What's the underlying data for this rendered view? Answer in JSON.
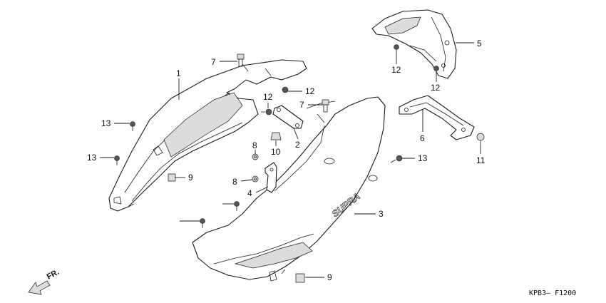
{
  "diagram_code": "KPB3– F1200",
  "front_label": "FR.",
  "logo_text": "SUPRA",
  "callouts": [
    "1",
    "2",
    "3",
    "4",
    "5",
    "6",
    "7",
    "7",
    "8",
    "8",
    "9",
    "9",
    "10",
    "11",
    "12",
    "12",
    "12",
    "12",
    "13",
    "13",
    "13"
  ]
}
